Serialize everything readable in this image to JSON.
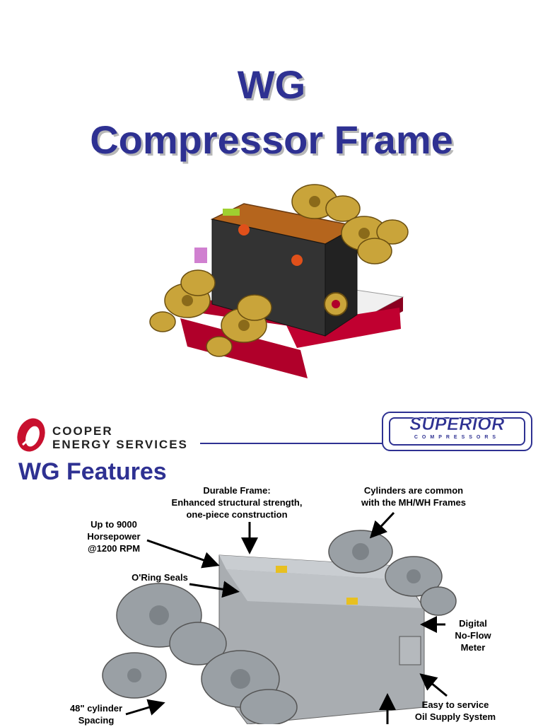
{
  "slide1": {
    "title_line1": "WG",
    "title_line2": "Compressor Frame"
  },
  "slide2": {
    "logo_left": {
      "line1": "COOPER",
      "line2": "ENERGY SERVICES"
    },
    "logo_right": {
      "name": "SUPERIOR",
      "sub": "COMPRESSORS"
    },
    "title": "WG Features",
    "callouts": {
      "durable": "Durable Frame:\nEnhanced structural strength,\none-piece construction",
      "cylinders": "Cylinders are common\nwith the MH/WH Frames",
      "horsepower": "Up to 9000\nHorsepower\n@1200 RPM",
      "oring": "O'Ring Seals",
      "digital": "Digital\nNo-Flow\nMeter",
      "service": "Easy to service\nOil Supply System",
      "spacing": "48\" cylinder\nSpacing"
    }
  },
  "colors": {
    "title_blue": "#2e3192",
    "cooper_red": "#c8102e",
    "frame_copper": "#b5651d",
    "cylinder_gold": "#c9a43a",
    "skid_red": "#b0002a"
  }
}
